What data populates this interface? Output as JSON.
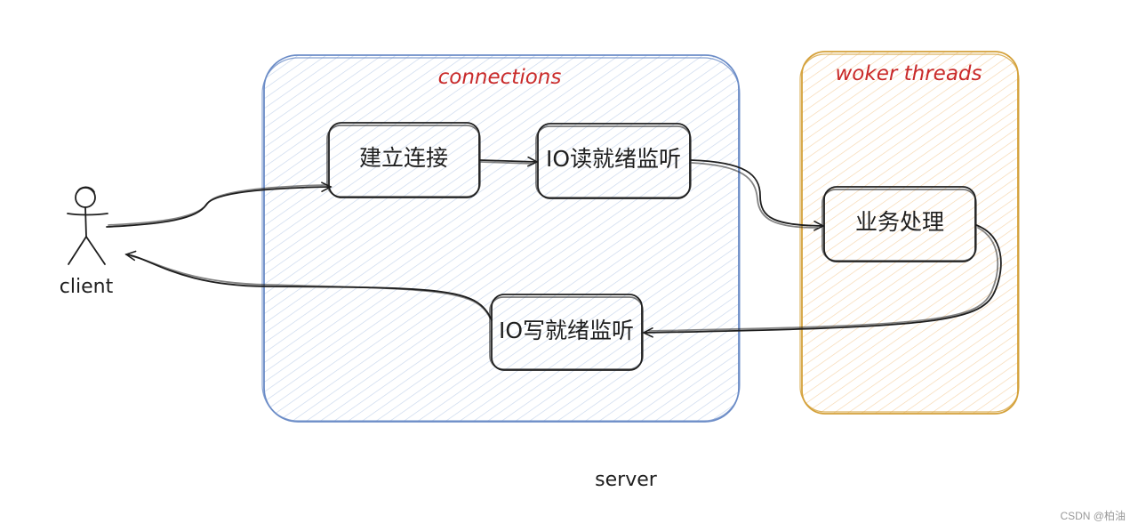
{
  "colors": {
    "connections_border": "#6b8cc7",
    "connections_fill": "#dbe6f4",
    "connections_label": "#c92a2a",
    "workers_border": "#d4a13a",
    "workers_fill": "#fbe9d2",
    "workers_label": "#c92a2a",
    "ink": "#1e1e1e"
  },
  "groups": {
    "connections": {
      "label": "connections"
    },
    "workers": {
      "label": "woker threads"
    }
  },
  "nodes": {
    "establish": {
      "label": "建立连接"
    },
    "io_read": {
      "label": "IO读就绪监听"
    },
    "business": {
      "label": "业务处理"
    },
    "io_write": {
      "label": "IO写就绪监听"
    }
  },
  "actor": {
    "label": "client",
    "icon": "stick-figure-icon"
  },
  "caption": "server",
  "watermark": "CSDN @柏油",
  "edges": [
    {
      "from": "client",
      "to": "establish"
    },
    {
      "from": "establish",
      "to": "io_read"
    },
    {
      "from": "io_read",
      "to": "business"
    },
    {
      "from": "business",
      "to": "io_write"
    },
    {
      "from": "io_write",
      "to": "client"
    }
  ]
}
